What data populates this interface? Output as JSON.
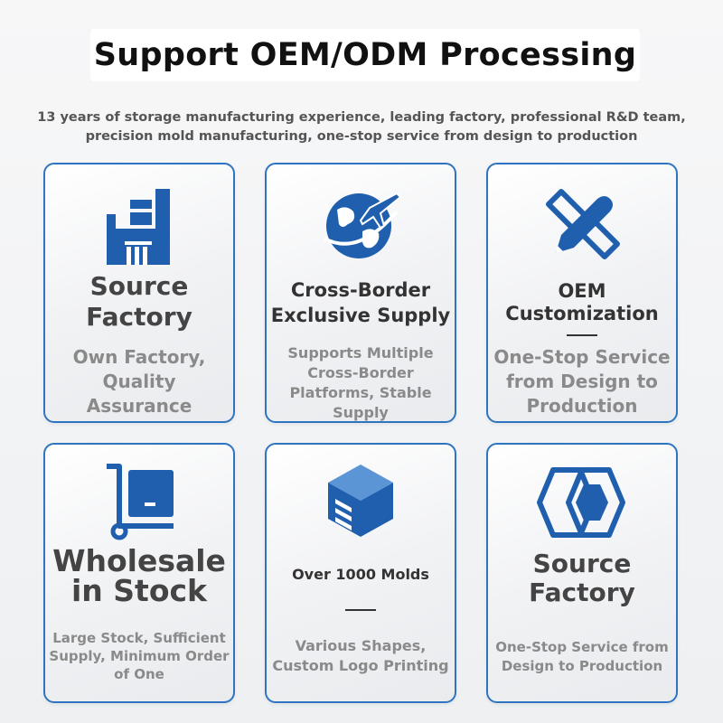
{
  "header": {
    "title": "Support OEM/ODM Processing",
    "subtitle_line1": "13 years of storage manufacturing experience, leading factory, professional R&D team,",
    "subtitle_line2": "precision mold manufacturing, one-stop service from design to production"
  },
  "cards": [
    {
      "icon": "factory-icon",
      "title_l1": "Source",
      "title_l2": "Factory",
      "desc_l1": "Own Factory,",
      "desc_l2": "Quality",
      "desc_l3": "Assurance"
    },
    {
      "icon": "globe-plane-icon",
      "title_l1": "Cross-Border",
      "title_l2": "Exclusive Supply",
      "desc_l1": "Supports Multiple",
      "desc_l2": "Cross-Border",
      "desc_l3": "Platforms, Stable",
      "desc_l4": "Supply"
    },
    {
      "icon": "pencil-ruler-icon",
      "title_l1": "OEM",
      "title_l2": "Customization",
      "desc_l1": "One-Stop Service",
      "desc_l2": "from Design to",
      "desc_l3": "Production"
    },
    {
      "icon": "hand-truck-icon",
      "title_l1": "Wholesale",
      "title_l2": "in Stock",
      "desc_l1": "Large Stock, Sufficient",
      "desc_l2": "Supply, Minimum Order",
      "desc_l3": "of One"
    },
    {
      "icon": "cube-icon",
      "title_l1": "Over 1000 Molds",
      "desc_l1": "Various Shapes,",
      "desc_l2": "Custom Logo Printing"
    },
    {
      "icon": "hexagons-icon",
      "title_l1": "Source",
      "title_l2": "Factory",
      "desc_l1": "One-Stop Service from",
      "desc_l2": "Design to Production"
    }
  ],
  "colors": {
    "accent": "#1f5fae",
    "border": "#2f74c0",
    "title_text": "#444444",
    "desc_text": "#8a8a8a"
  }
}
